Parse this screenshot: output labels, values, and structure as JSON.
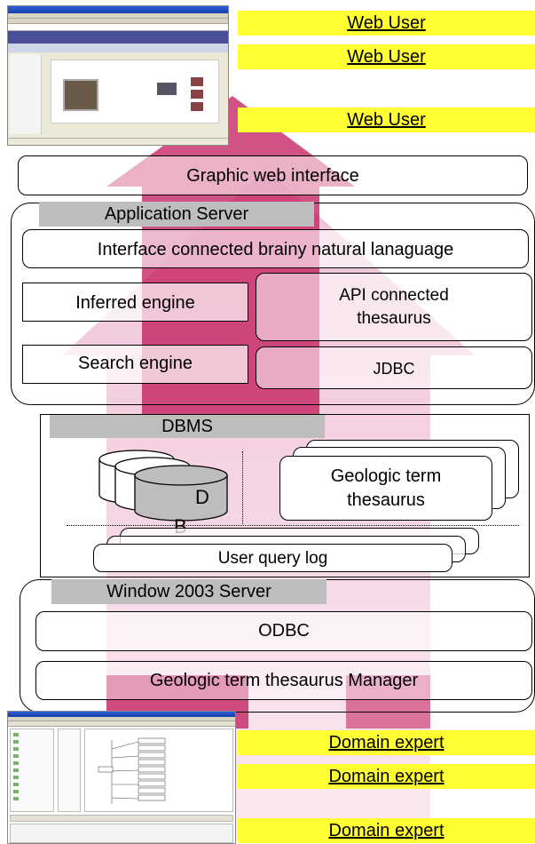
{
  "roles": {
    "web_user_1": "Web User",
    "web_user_2": "Web User",
    "web_user_3": "Web User",
    "domain_expert_1": "Domain expert",
    "domain_expert_2": "Domain expert",
    "domain_expert_3": "Domain expert"
  },
  "graphic_interface": "Graphic web interface",
  "app_server": {
    "title": "Application Server",
    "nl_interface": "Interface connected brainy natural lanaguage",
    "inferred_engine": "Inferred engine",
    "api_thesaurus": "API connected thesaurus",
    "search_engine": "Search engine",
    "jdbc": "JDBC"
  },
  "dbms": {
    "title": "DBMS",
    "db_label_d": "D",
    "db_label_b": "B",
    "thesaurus": "Geologic term thesaurus",
    "query_log": "User query log"
  },
  "win_server": {
    "title": "Window 2003 Server",
    "odbc": "ODBC",
    "manager": "Geologic term thesaurus Manager"
  },
  "colors": {
    "role_fill": "#ffff33",
    "arrow_dark": "#c2185b",
    "arrow_light": "#f3c6da",
    "title_gray": "#bdbdbd"
  }
}
